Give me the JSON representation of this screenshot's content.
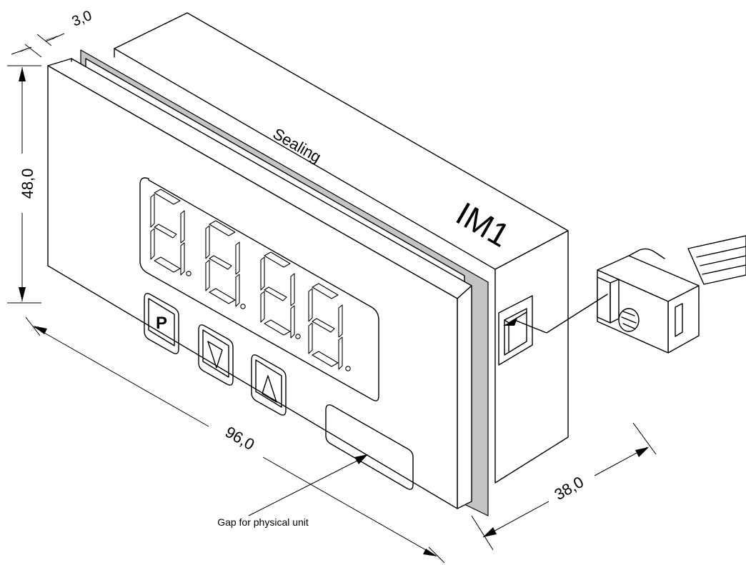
{
  "labels": {
    "sealing": "Sealing",
    "model": "IM1",
    "gap_note": "Gap for physical unit",
    "key_p": "P"
  },
  "dimensions": {
    "depth_front": "3,0",
    "height": "48,0",
    "width": "96,0",
    "depth": "38,0"
  },
  "display": {
    "digits": 4,
    "decimal_points": 4
  },
  "buttons": [
    "P",
    "down",
    "up"
  ]
}
